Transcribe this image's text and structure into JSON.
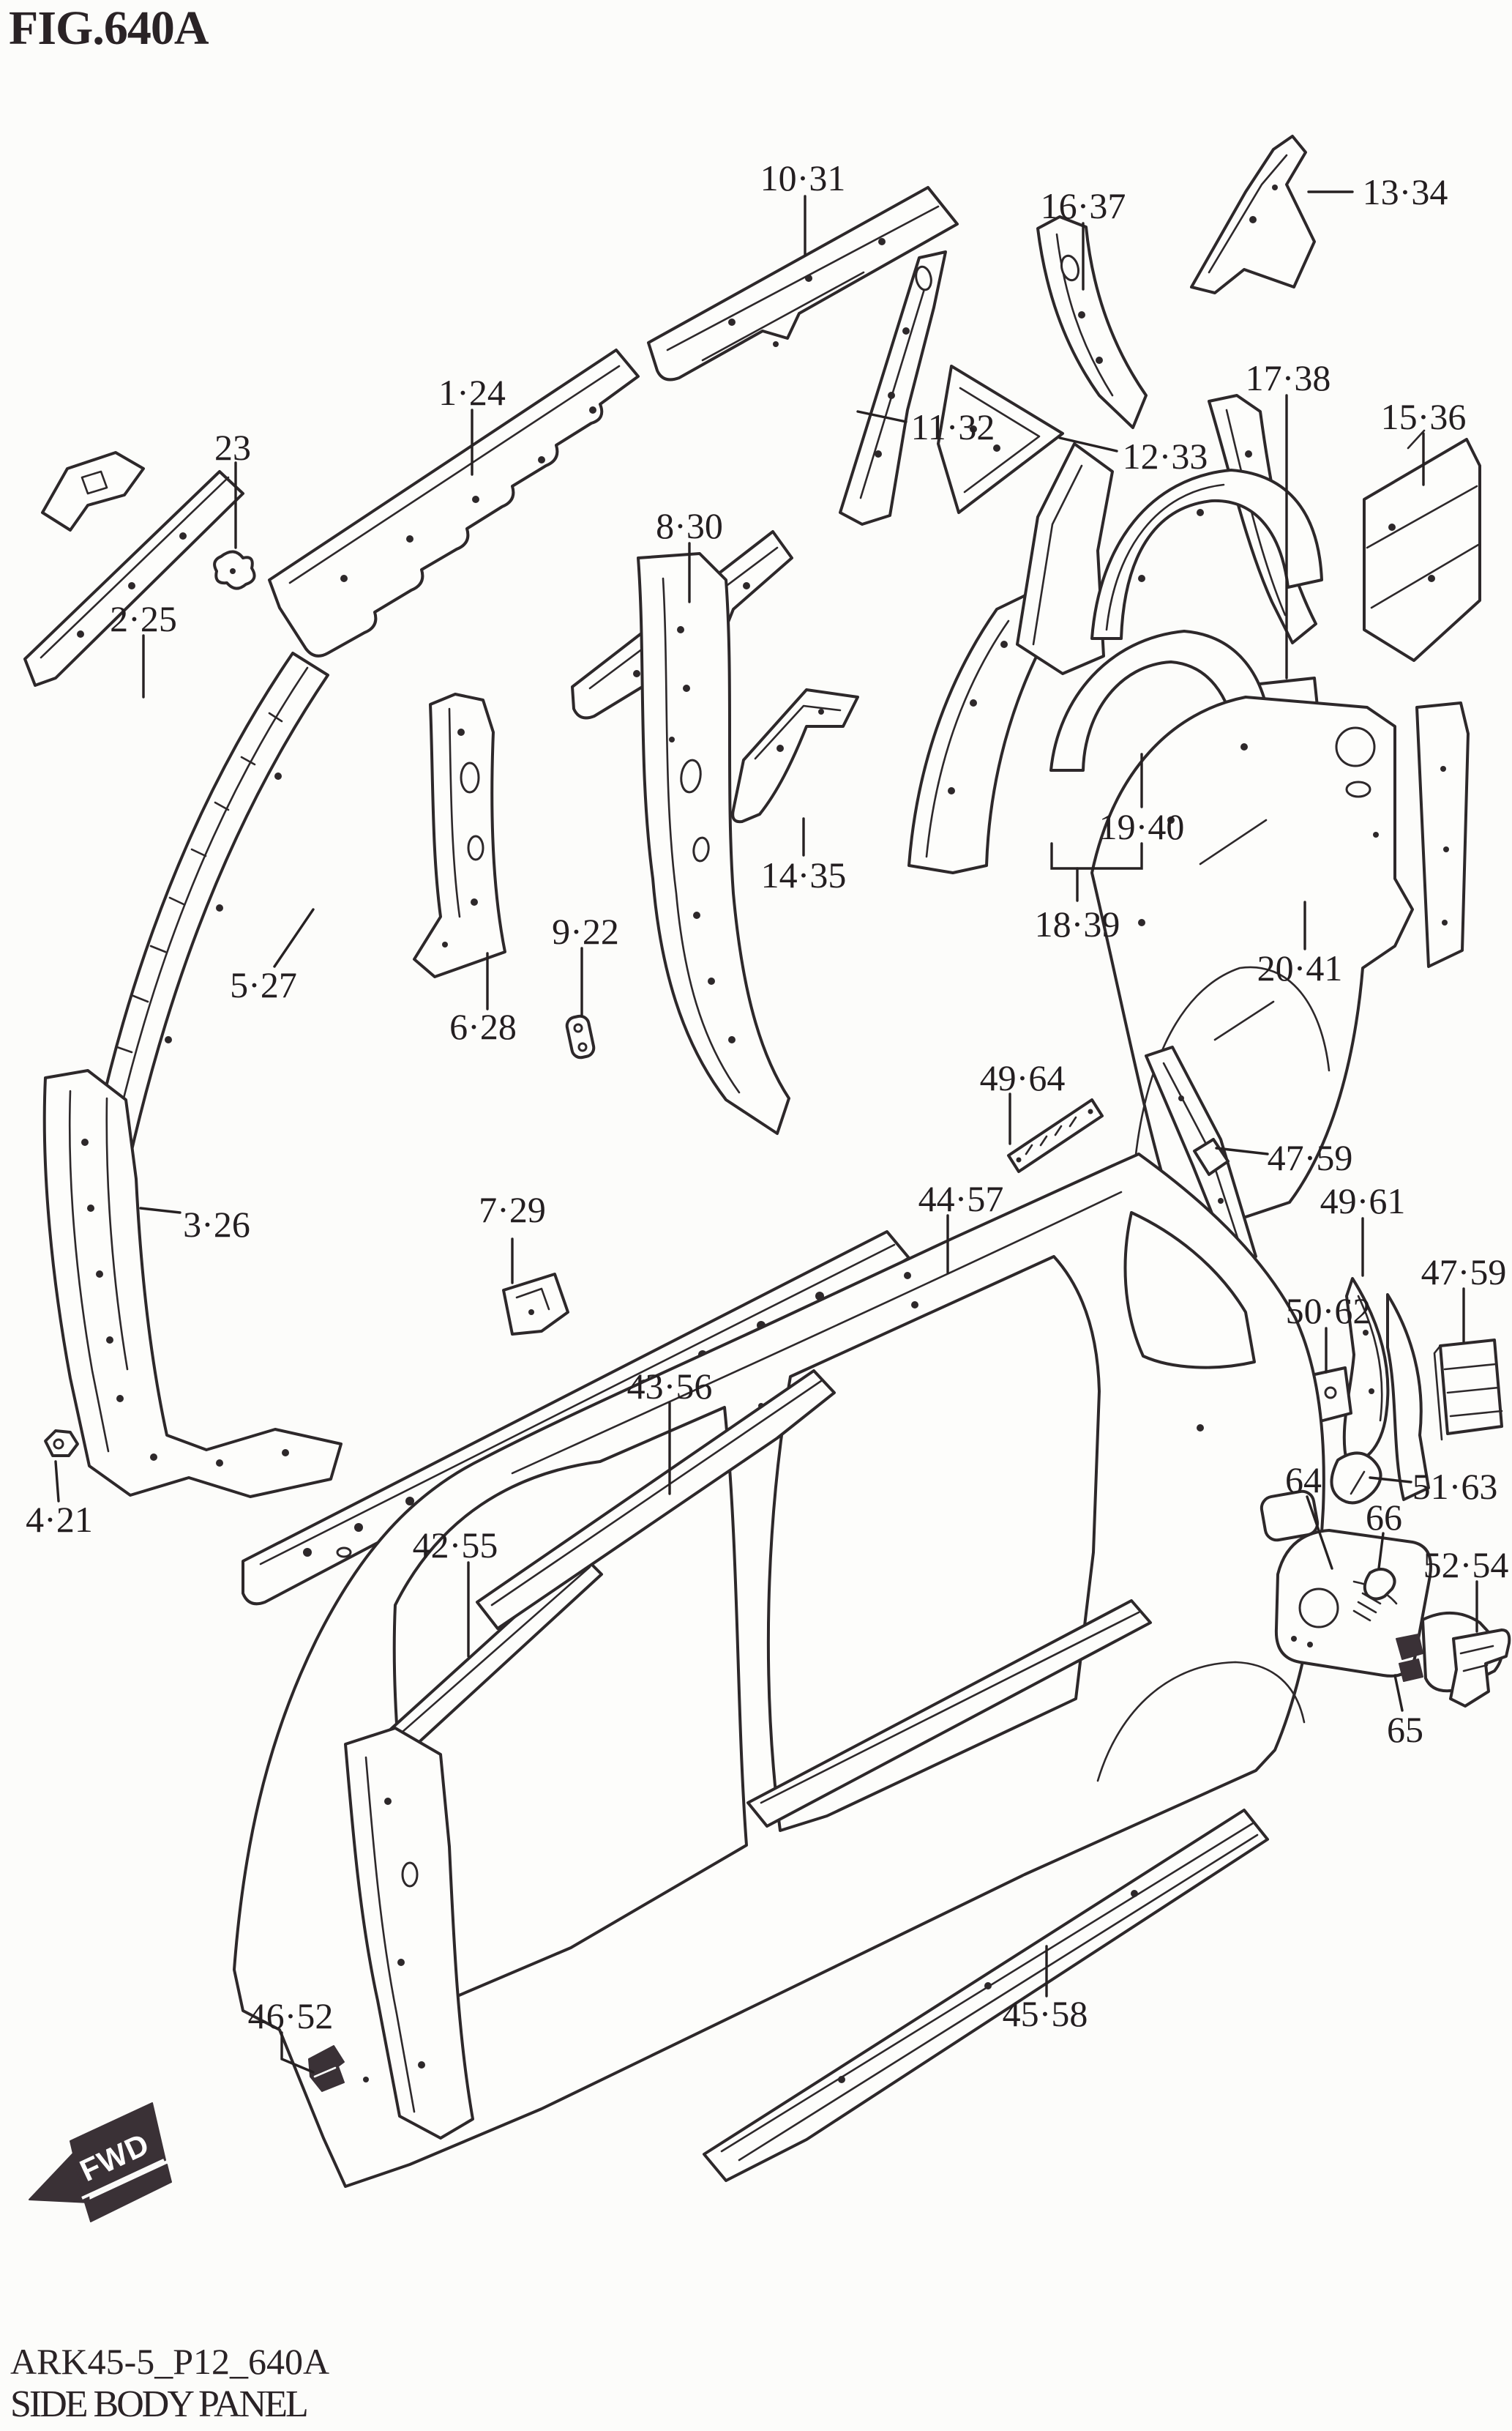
{
  "figure": {
    "title": "FIG.640A",
    "drawing_code": "ARK45-5_P12_640A",
    "caption": "SIDE BODY PANEL",
    "fwd_label": "FWD"
  },
  "style": {
    "background": "#fcfcfa",
    "line_color": "#2d282a",
    "label_color": "#231e20",
    "fwd_sign_color": "#3a3136"
  },
  "callouts": [
    {
      "id": "10-31",
      "text": "10·31"
    },
    {
      "id": "16-37",
      "text": "16·37"
    },
    {
      "id": "13-34",
      "text": "13·34"
    },
    {
      "id": "1-24",
      "text": "1·24"
    },
    {
      "id": "23",
      "text": "23"
    },
    {
      "id": "11-32",
      "text": "11·32"
    },
    {
      "id": "12-33",
      "text": "12·33"
    },
    {
      "id": "17-38",
      "text": "17·38"
    },
    {
      "id": "15-36",
      "text": "15·36"
    },
    {
      "id": "8-30",
      "text": "8·30"
    },
    {
      "id": "2-25",
      "text": "2·25"
    },
    {
      "id": "19-40",
      "text": "19·40"
    },
    {
      "id": "14-35",
      "text": "14·35"
    },
    {
      "id": "18-39",
      "text": "18·39"
    },
    {
      "id": "9-22",
      "text": "9·22"
    },
    {
      "id": "5-27",
      "text": "5·27"
    },
    {
      "id": "20-41",
      "text": "20·41"
    },
    {
      "id": "6-28",
      "text": "6·28"
    },
    {
      "id": "49-64",
      "text": "49·64"
    },
    {
      "id": "47-59",
      "text": "47·59"
    },
    {
      "id": "44-57",
      "text": "44·57"
    },
    {
      "id": "49-61",
      "text": "49·61"
    },
    {
      "id": "3-26",
      "text": "3·26"
    },
    {
      "id": "7-29",
      "text": "7·29"
    },
    {
      "id": "47-59b",
      "text": "47·59"
    },
    {
      "id": "50-62",
      "text": "50·62"
    },
    {
      "id": "43-56",
      "text": "43·56"
    },
    {
      "id": "4-21",
      "text": "4·21"
    },
    {
      "id": "64",
      "text": "64"
    },
    {
      "id": "51-63",
      "text": "51·63"
    },
    {
      "id": "66",
      "text": "66"
    },
    {
      "id": "42-55",
      "text": "42·55"
    },
    {
      "id": "52-54",
      "text": "52·54"
    },
    {
      "id": "65",
      "text": "65"
    },
    {
      "id": "46-52",
      "text": "46·52"
    },
    {
      "id": "45-58",
      "text": "45·58"
    }
  ]
}
